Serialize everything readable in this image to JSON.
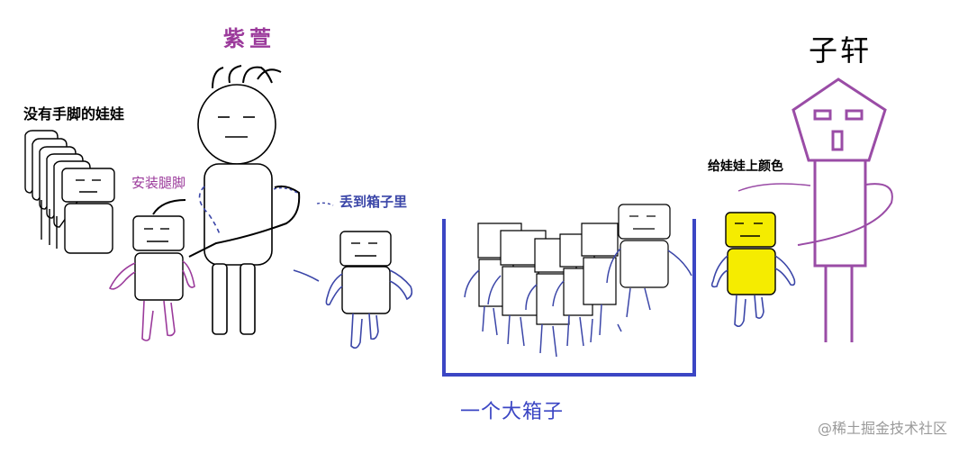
{
  "labels": {
    "dolls_without_limbs": "没有手脚的娃娃",
    "ziyuan": "紫萱",
    "install_legs": "安装腿脚",
    "throw_into_box": "丢到箱子里",
    "big_box": "一个大箱子",
    "color_dolls": "给娃娃上颜色",
    "zixuan": "子轩"
  },
  "watermark": "@稀土掘金技术社区",
  "colors": {
    "black": "#000000",
    "purple": "#9b3a9b",
    "blue": "#3b46a8",
    "box_blue": "#3b46c4",
    "yellow": "#f5ec00",
    "robot_purple": "#9a4ca6"
  }
}
